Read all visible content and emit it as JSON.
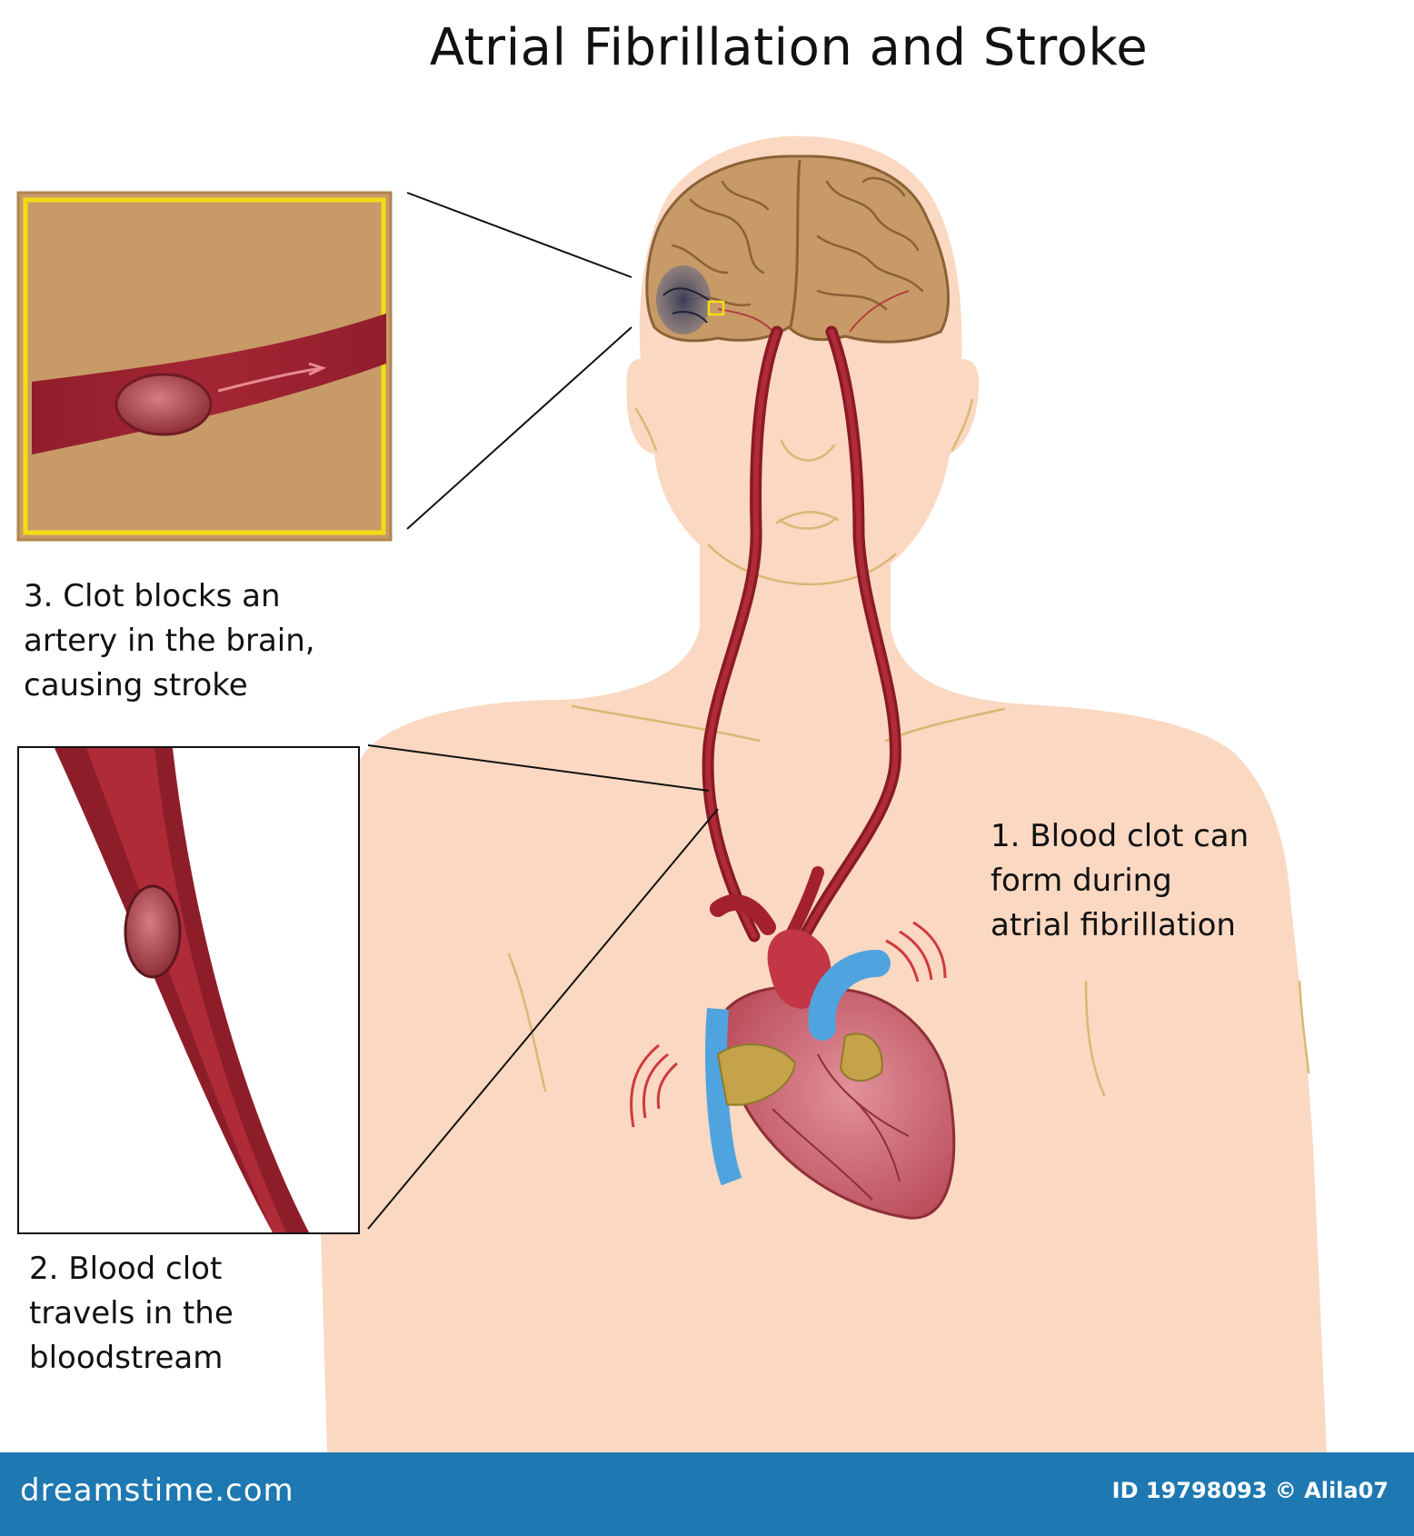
{
  "title": "Atrial Fibrillation and Stroke",
  "labels": {
    "step1": [
      "1. Blood clot can",
      "form during",
      "atrial fibrillation"
    ],
    "step2": [
      "2. Blood clot",
      "travels in the",
      "bloodstream"
    ],
    "step3": [
      "3. Clot blocks an",
      "artery in the brain,",
      "causing stroke"
    ]
  },
  "footer": {
    "brand": "dreamstime.com",
    "credit": "ID 19798093 © Alila07"
  },
  "colors": {
    "skin": "#fbd8c2",
    "skin_line": "#d8b873",
    "brain": "#c79a68",
    "artery": "#a3202e",
    "clot": "#b14a55",
    "heart": "#cf6f7a",
    "vein": "#4fa3df",
    "inset_frame_yellow": "#f4dc15",
    "footer": "#1e78b1"
  }
}
